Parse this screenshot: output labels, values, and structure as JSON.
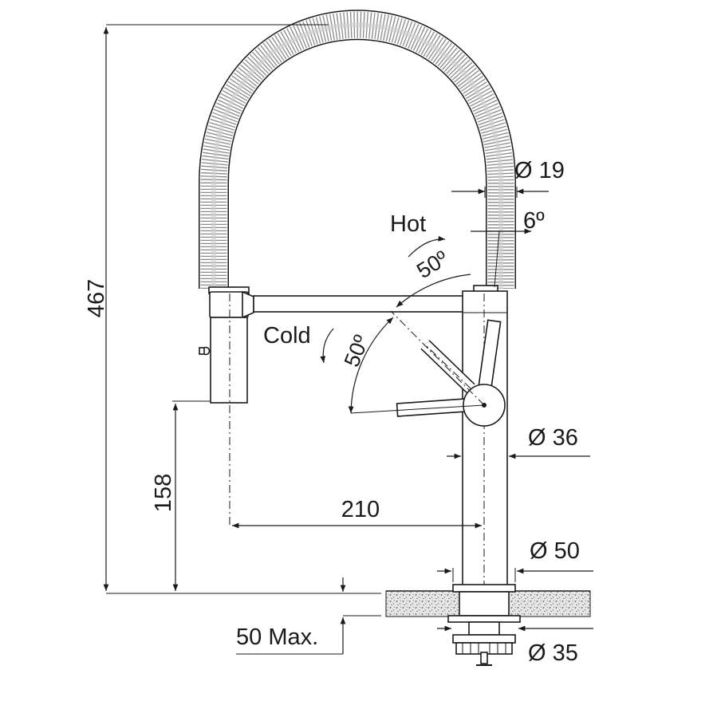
{
  "dimensions": {
    "total_height": "467",
    "spout_height": "158",
    "reach": "210",
    "hose_diameter": "Ø 19",
    "body_diameter": "Ø 36",
    "base_diameter": "Ø 50",
    "shank_diameter": "Ø 35",
    "max_thickness": "50 Max.",
    "hose_angle": "6º"
  },
  "lever": {
    "hot_label": "Hot",
    "cold_label": "Cold",
    "hot_angle": "50º",
    "cold_angle": "50º"
  }
}
